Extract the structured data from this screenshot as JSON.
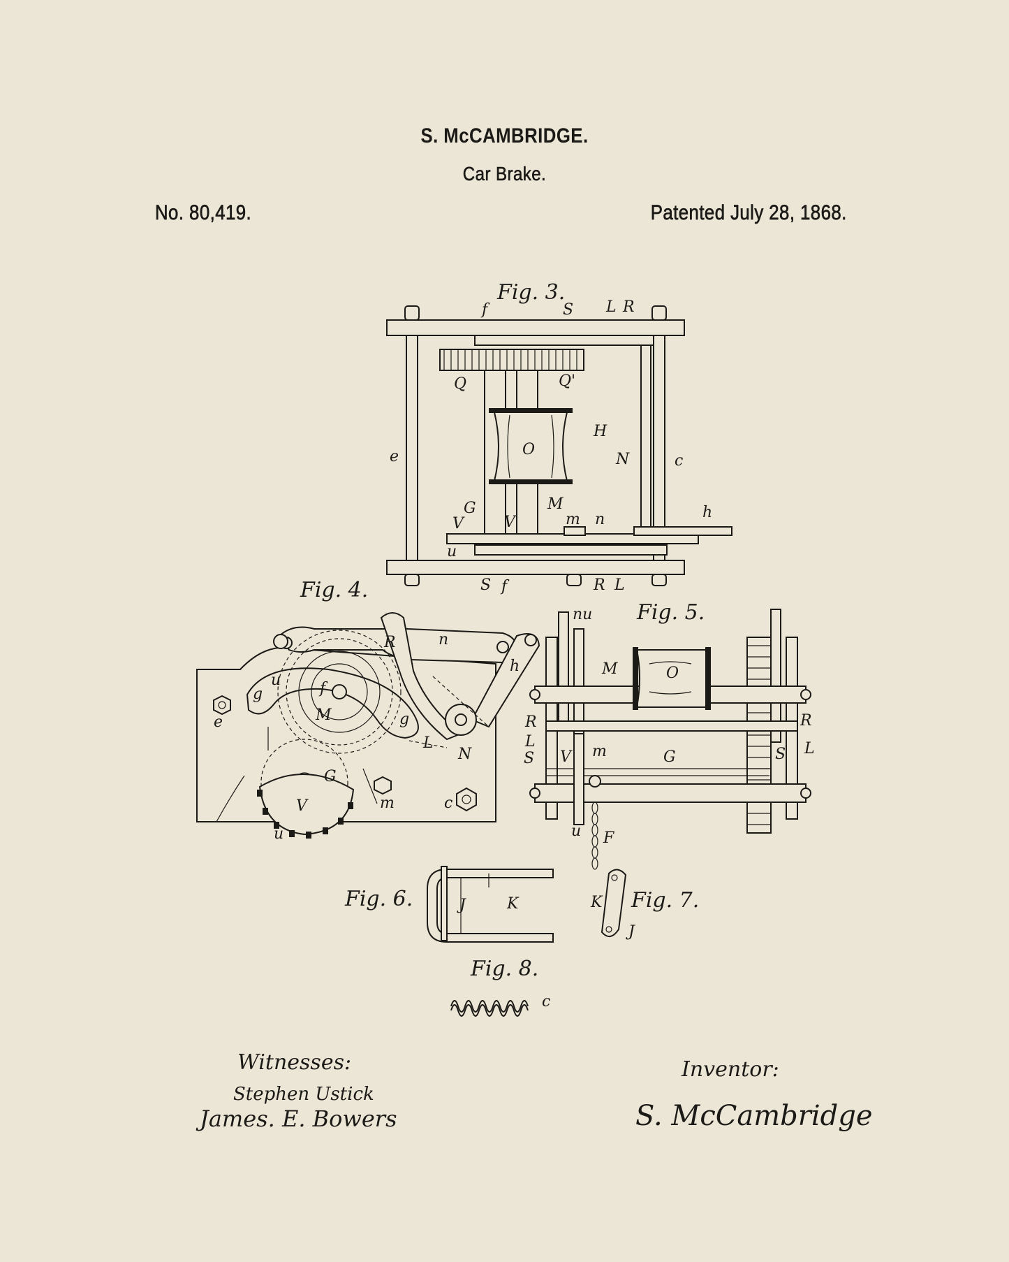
{
  "header": {
    "inventor_name": "S. McCAMBRIDGE.",
    "invention_title": "Car Brake.",
    "patent_number": "No. 80,419.",
    "patent_date": "Patented July 28, 1868."
  },
  "figures": {
    "fig3": {
      "caption": "Fig. 3.",
      "labels": [
        "f",
        "S",
        "L",
        "R",
        "Q",
        "Q'",
        "H",
        "O",
        "e",
        "N",
        "c",
        "G",
        "M",
        "V",
        "V",
        "m",
        "n",
        "h",
        "u",
        "S",
        "f",
        "R",
        "L"
      ]
    },
    "fig4": {
      "caption": "Fig. 4.",
      "labels": [
        "R",
        "n",
        "h",
        "g",
        "u",
        "f",
        "g",
        "M",
        "e",
        "L",
        "N",
        "G",
        "V",
        "m",
        "c",
        "u"
      ]
    },
    "fig5": {
      "caption": "Fig. 5.",
      "labels": [
        "nu",
        "M",
        "O",
        "R",
        "R",
        "L",
        "S",
        "V",
        "m",
        "G",
        "S",
        "L",
        "u",
        "F"
      ]
    },
    "fig6": {
      "caption": "Fig. 6.",
      "labels": [
        "J",
        "K"
      ]
    },
    "fig7": {
      "caption": "Fig. 7.",
      "labels": [
        "K",
        "J"
      ]
    },
    "fig8": {
      "caption": "Fig. 8.",
      "labels": [
        "c"
      ]
    }
  },
  "signatures": {
    "witnesses_label": "Witnesses:",
    "witness_1": "Stephen Ustick",
    "witness_2": "James. E. Bowers",
    "inventor_label": "Inventor:",
    "inventor_signature": "S. McCambridge"
  }
}
